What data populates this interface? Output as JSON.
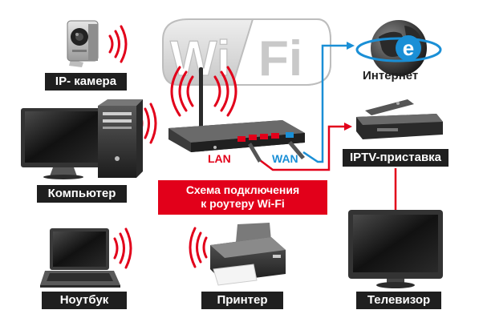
{
  "logo": {
    "word_left": "Wi",
    "word_right": "Fi"
  },
  "devices": {
    "ip_camera": "IP- камера",
    "computer": "Компьютер",
    "laptop": "Ноутбук",
    "printer": "Принтер",
    "internet": "Интернет",
    "iptv": "IPTV-приставка",
    "tv": "Телевизор"
  },
  "ports": {
    "lan": "LAN",
    "wan": "WAN"
  },
  "caption": {
    "line1": "Схема подключения",
    "line2": "к роутеру Wi-Fi"
  },
  "colors": {
    "accent_red": "#e2001a",
    "accent_blue": "#1a8fd6",
    "label_bg": "#1f1f1f",
    "label_text": "#ffffff"
  }
}
